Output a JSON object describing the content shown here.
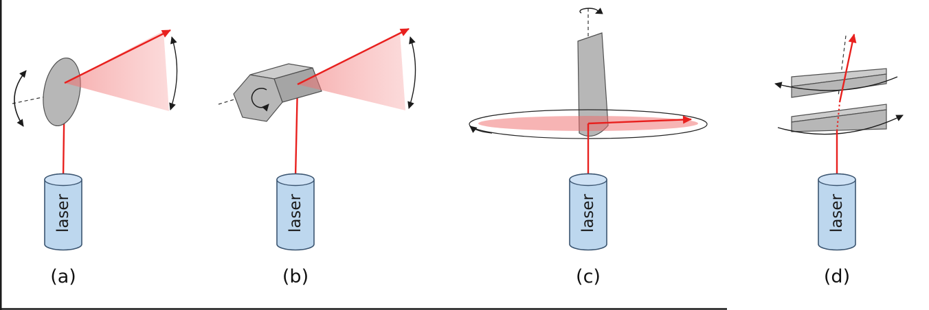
{
  "figure": {
    "panels": [
      {
        "label": "(a)",
        "laser_label": "laser"
      },
      {
        "label": "(b)",
        "laser_label": "laser"
      },
      {
        "label": "(c)",
        "laser_label": "laser"
      },
      {
        "label": "(d)",
        "laser_label": "laser"
      }
    ],
    "colors": {
      "beam_red": "#e8201e",
      "fan_pink_strong": "#ef6a6a",
      "fan_pink_soft": "#f7a8a8",
      "mirror_gray": "#b7b7b7",
      "mirror_gray_light": "#cccccc",
      "mirror_gray_dark": "#a5a5a5",
      "mirror_stroke": "#4f4f4f",
      "laser_fill": "#bdd7ee",
      "laser_top_fill": "#cfe2f5",
      "laser_stroke": "#3a5470",
      "line_black": "#1b1b1b",
      "label_color": "#111111"
    }
  }
}
